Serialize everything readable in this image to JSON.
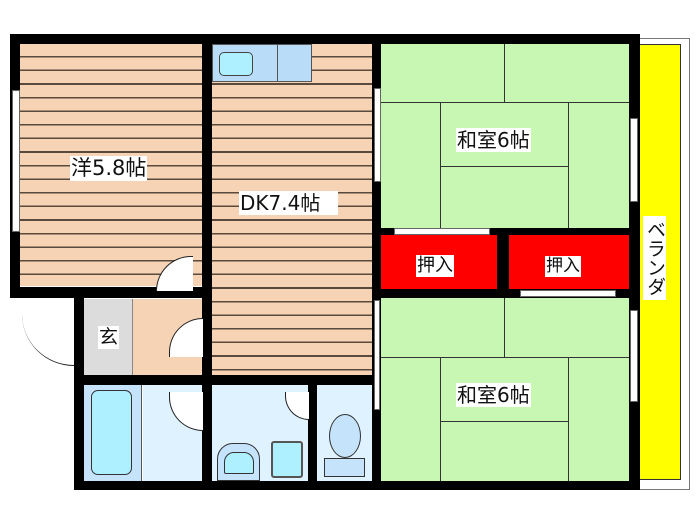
{
  "rooms": {
    "western": {
      "label": "洋5.8帖"
    },
    "dk": {
      "label": "DK7.4帖"
    },
    "japanese_top": {
      "label": "和室6帖"
    },
    "japanese_bottom": {
      "label": "和室6帖"
    },
    "closet_left": {
      "label": "押入"
    },
    "closet_right": {
      "label": "押入"
    },
    "entrance": {
      "label": "玄"
    },
    "balcony": {
      "label": "ベランダ"
    }
  },
  "colors": {
    "wood_floor": "#f5d3b4",
    "tatami": "#c8f7b4",
    "closet": "#ff0000",
    "balcony": "#ffff00",
    "wet_area": "#dff2ff",
    "fixture": "#aef0ff",
    "entrance": "#dcdcdc",
    "wall": "#000000"
  }
}
